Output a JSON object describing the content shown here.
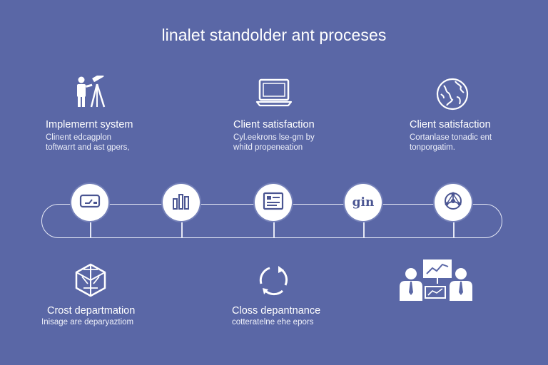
{
  "title": "linalet standolder ant proceses",
  "top_blocks": [
    {
      "title": "Implemernt system",
      "desc": [
        "Clinent edcagplon",
        "toftwarrt and ast gpers,"
      ],
      "icon": "person-telescope-icon"
    },
    {
      "title": "Client satisfaction",
      "desc": [
        "Cyl.eekrons lse-gm by",
        "whitd propeneation"
      ],
      "icon": "laptop-icon"
    },
    {
      "title": "Client satisfaction",
      "desc": [
        "Cortanlase tonadic ent",
        "tonporgatim."
      ],
      "icon": "globe-icon"
    }
  ],
  "timeline_nodes": [
    {
      "icon": "card-icon"
    },
    {
      "icon": "bar-chart-icon"
    },
    {
      "icon": "document-icon"
    },
    {
      "icon": "text-badge-icon",
      "text": "gin"
    },
    {
      "icon": "network-globe-icon"
    }
  ],
  "bottom_blocks": [
    {
      "title": "Crost departmation",
      "desc": "Inisage are deparyaztiom",
      "icon": "cube-network-icon"
    },
    {
      "title": "Closs depantnance",
      "desc": "cotteratelne ehe epors",
      "icon": "cycle-arrows-icon"
    },
    {
      "title": "",
      "desc": "",
      "icon": "team-presentation-icon"
    }
  ]
}
